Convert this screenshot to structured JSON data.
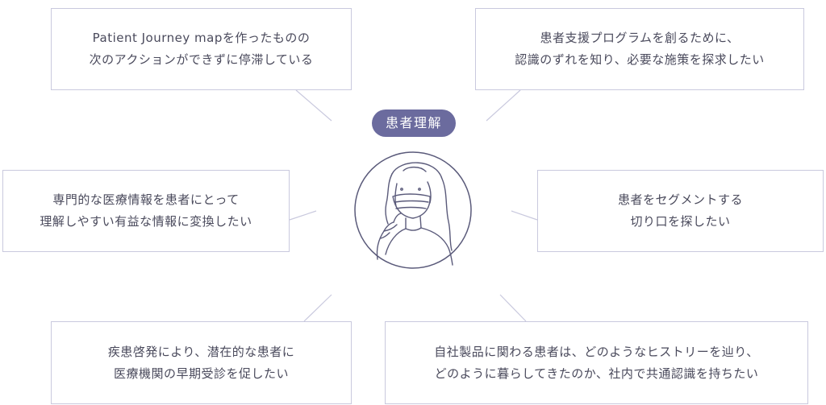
{
  "center_label": "患者理解",
  "boxes": {
    "top_left": [
      "Patient Journey mapを作ったものの",
      "次のアクションができずに停滞している"
    ],
    "top_right": [
      "患者支援プログラムを創るために、",
      "認識のずれを知り、必要な施策を探求したい"
    ],
    "middle_left": [
      "専門的な医療情報を患者にとって",
      "理解しやすい有益な情報に変換したい"
    ],
    "middle_right": [
      "患者をセグメントする",
      "切り口を探したい"
    ],
    "bottom_left": [
      "疾患啓発により、潜在的な患者に",
      "医療機関の早期受診を促したい"
    ],
    "bottom_right": [
      "自社製品に関わる患者は、どのようなヒストリーを辿り、",
      "どのように暮らしてきたのか、社内で共通認識を持ちたい"
    ]
  },
  "icons": {
    "center": "masked-person-icon"
  },
  "colors": {
    "accent": "#6b6b9e",
    "border": "#c9c9de",
    "text": "#4a4a5c"
  }
}
